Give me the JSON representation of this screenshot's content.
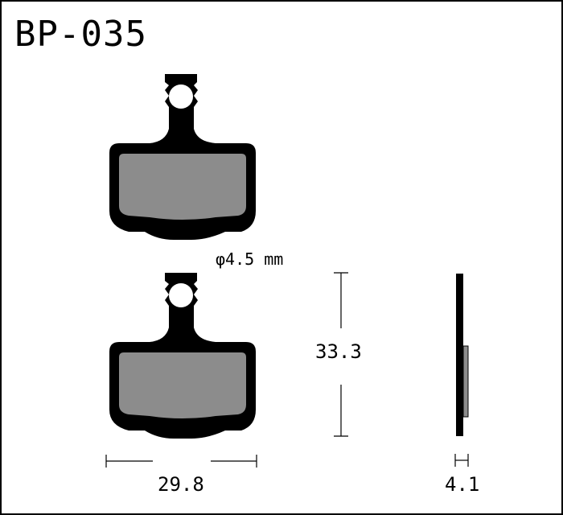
{
  "title": "BP-035",
  "dimensions": {
    "hole_diameter": "φ4.5 mm",
    "height": "33.3",
    "width": "29.8",
    "thickness": "4.1"
  },
  "colors": {
    "outline": "#000000",
    "friction_material": "#8c8c8c",
    "background": "#ffffff"
  }
}
